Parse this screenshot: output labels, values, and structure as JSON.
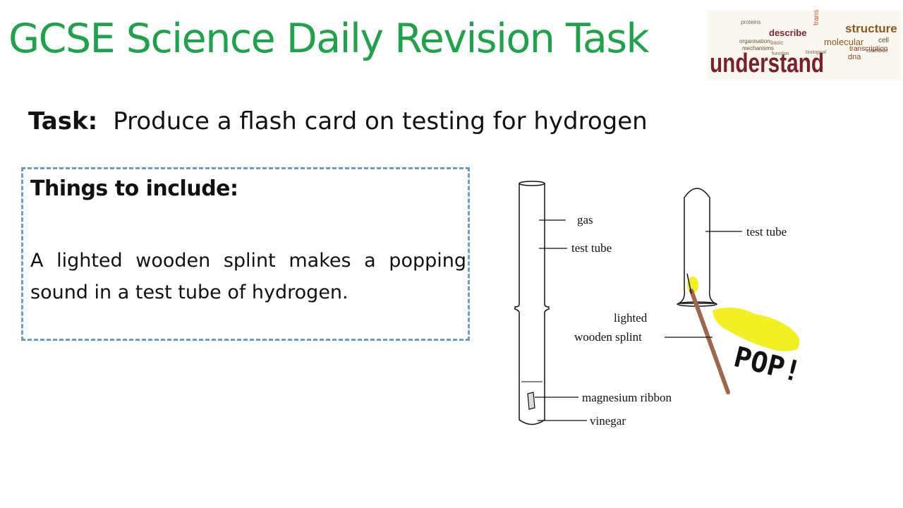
{
  "slide": {
    "title": "GCSE Science Daily Revision Task",
    "task_label": "Task:",
    "task_text": "Produce a flash card on testing for hydrogen",
    "include_heading": "Things to include:",
    "include_body": "A lighted wooden splint makes a popping sound in a test tube of hydrogen."
  },
  "wordcloud": {
    "main_word": "understand",
    "words": [
      "structure",
      "describe",
      "molecular",
      "transcription",
      "proteins",
      "mechanisms",
      "dna",
      "cell",
      "organisation",
      "basic",
      "biological",
      "function",
      "contribute"
    ]
  },
  "diagram": {
    "labels": {
      "gas": "gas",
      "test_tube_left": "test tube",
      "magnesium_ribbon": "magnesium ribbon",
      "vinegar": "vinegar",
      "test_tube_right": "test tube",
      "lighted": "lighted",
      "wooden_splint": "wooden splint",
      "pop": "POP!"
    }
  },
  "colors": {
    "title_green": "#1ea34a",
    "box_border": "#6d9dc5",
    "flame_yellow": "#f2f020",
    "splint_brown": "#a0674a",
    "wordcloud_maroon": "#7a1f2b"
  }
}
